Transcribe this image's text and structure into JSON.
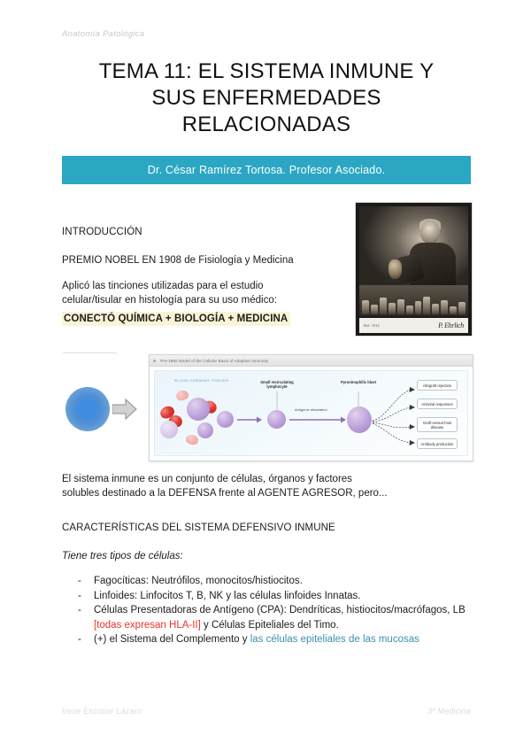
{
  "header": {
    "course_label": "Anatomía Patológica"
  },
  "title": {
    "line1": "TEMA 11: EL SISTEMA INMUNE Y",
    "line2": "SUS ENFERMEDADES",
    "line3": "RELACIONADAS"
  },
  "subtitle_bar": {
    "text": "Dr. César Ramírez Tortosa. Profesor Asociado.",
    "background_color": "#2BA7C3",
    "text_color": "#FFFFFF"
  },
  "intro": {
    "heading": "INTRODUCCIÓN",
    "nobel_line": "PREMIO NOBEL EN 1908 de Fisiología y Medicina",
    "paragraph_line1": "Aplicó las tinciones utilizadas para el estudio",
    "paragraph_line2": "celular/tisular en histología para su uso médico:",
    "highlight": "CONECTÓ QUÍMICA + BIOLOGÍA + MEDICINA",
    "highlight_color": "#FAF3D7"
  },
  "photo": {
    "caption_small": "Ref. 1912",
    "signature": "P. Ehrlich"
  },
  "diagram": {
    "panel_letter": "A",
    "panel_title": "Pre-1960 Model of the Cellular Basis of Adaptive Immunity",
    "tissue_label": "BLOOD-FORMING TISSUES",
    "label_lymphocyte": "Small recirculating lymphocyte",
    "label_blast": "Pyroninophilic blast",
    "label_stimulation": "Antigenic stimulation",
    "outcomes": [
      "Allograft rejection",
      "Antiviral responses",
      "Graft-versus-host disease",
      "Antibody production"
    ]
  },
  "body": {
    "definition_line1": "El sistema inmune es un conjunto de células, órganos y factores",
    "definition_line2": "solubles destinado a la DEFENSA frente al AGENTE AGRESOR, pero...",
    "characteristics_heading": "CARACTERÍSTICAS DEL SISTEMA DEFENSIVO INMUNE",
    "lead_in": "Tiene tres tipos de células:",
    "bullet_marker": "-",
    "bullets": [
      {
        "parts": [
          {
            "text": "Fagocíticas: Neutrófilos, monocitos/histiocitos.",
            "color": "default"
          }
        ]
      },
      {
        "parts": [
          {
            "text": " Linfoides: Linfocitos T, B, NK y las células linfoides Innatas.",
            "color": "default"
          }
        ]
      },
      {
        "parts": [
          {
            "text": "Células Presentadoras de Antígeno (CPA): Dendríticas, histiocitos/macrófagos, LB ",
            "color": "default"
          },
          {
            "text": "[todas expresan HLA-II]",
            "color": "red"
          },
          {
            "text": " y Células Epiteliales del Timo.",
            "color": "default"
          }
        ]
      },
      {
        "parts": [
          {
            "text": " (+) el Sistema del Complemento y ",
            "color": "default"
          },
          {
            "text": "las células epiteliales de las mucosas",
            "color": "blue"
          }
        ]
      }
    ],
    "red_color": "#E8352B",
    "blue_color": "#3E8FB0"
  },
  "footer": {
    "author": "Irene Escobar Lázaro",
    "course": "3º Medicina"
  }
}
